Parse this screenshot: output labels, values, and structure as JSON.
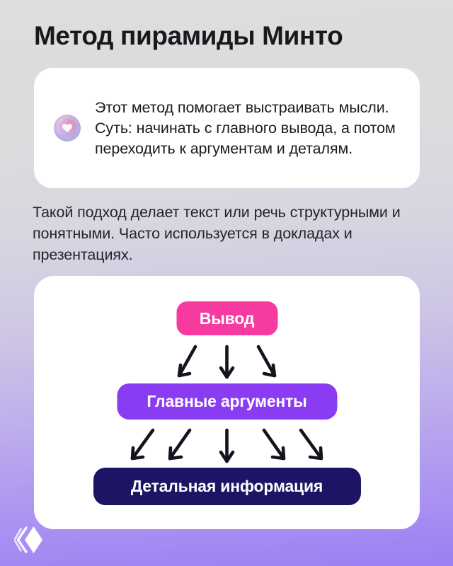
{
  "slide": {
    "title": "Метод пирамиды Минто",
    "background_top_color": "#dddcdf",
    "background_bottom_color": "#9b7ff3"
  },
  "intro_card": {
    "icon_name": "brain-orb-icon",
    "text": "Этот метод помогает выстраивать мысли. Суть: начинать с главного вывода, а потом переходить к аргументам и деталям."
  },
  "paragraph": {
    "text": "Такой подход делает текст или речь структурными и понятными. Часто используется в докладах и презентациях."
  },
  "diagram": {
    "levels": [
      {
        "label": "Вывод",
        "color": "#f63a9f"
      },
      {
        "label": "Главные аргументы",
        "color": "#8a3cf2"
      },
      {
        "label": "Детальная информация",
        "color": "#1d1465"
      }
    ],
    "arrow_color": "#14141e",
    "arrows_row1_count": 3,
    "arrows_row2_count": 5
  },
  "logo": {
    "name": "brand-diamond-logo",
    "color": "#ffffff"
  }
}
